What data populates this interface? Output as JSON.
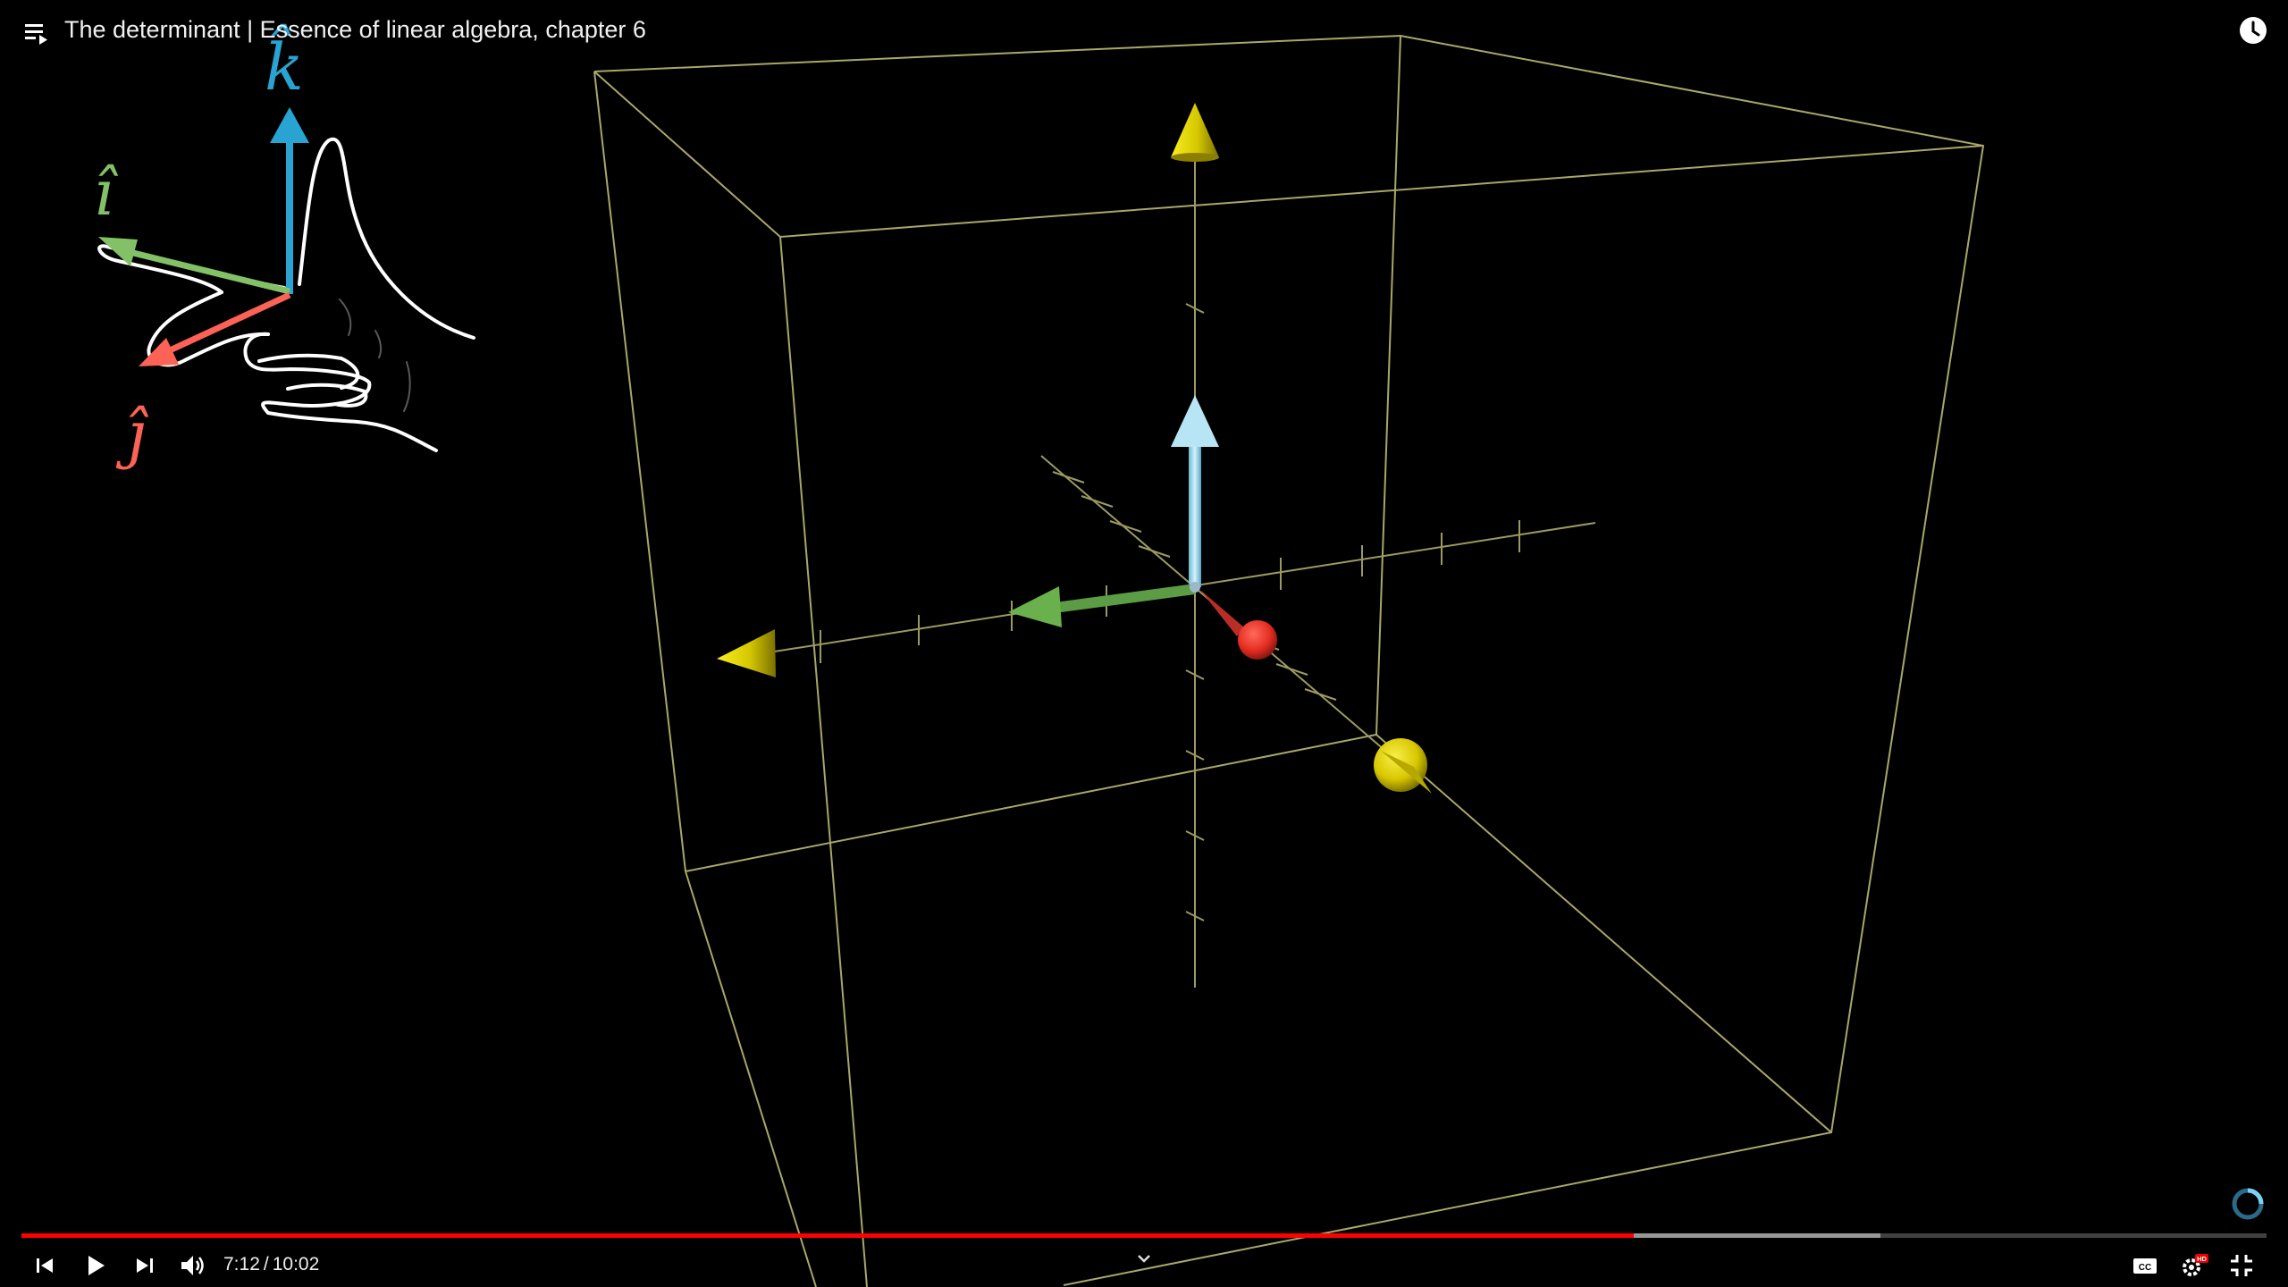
{
  "video": {
    "title": "The determinant | Essence of linear algebra, chapter 6",
    "current_time": "7:12",
    "duration": "10:02",
    "time_separator": "/",
    "progress_fraction": 0.718,
    "buffered_fraction": 0.828
  },
  "overlay": {
    "basis_labels": {
      "i_hat": "î",
      "j_hat": "ĵ",
      "k_hat": "k̂"
    }
  },
  "colors": {
    "background": "#000000",
    "progress_played": "#ff0000",
    "cube_edge": "#c8c47c",
    "axis_line": "#9c9a60",
    "axis_arrowhead": "#e4d800",
    "i_hat_vector": "#6ab04c",
    "j_hat_vector": "#e8463c",
    "k_hat_vector": "#9fd8ee",
    "k_label_blue": "#29a3d1",
    "i_label_green": "#83c167",
    "j_label_red": "#fc6255"
  },
  "icons": {
    "top_left": "playlist-icon",
    "top_right": "watch-later-icon",
    "prev": "previous-icon",
    "play": "play-icon",
    "next": "next-icon",
    "volume": "volume-icon",
    "center": "chevron-down-icon",
    "captions": "captions-icon",
    "settings": "settings-icon",
    "settings_badge": "HD",
    "fullscreen": "exit-fullscreen-icon",
    "corner": "loading-spinner-icon"
  }
}
